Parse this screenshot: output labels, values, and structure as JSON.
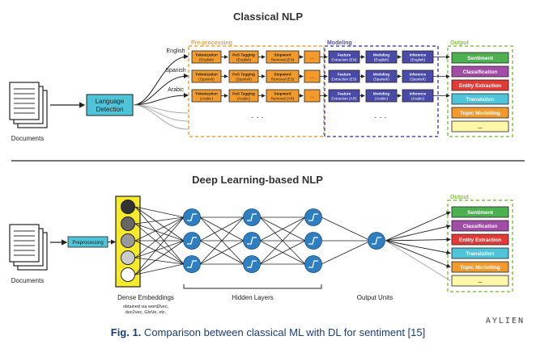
{
  "classical": {
    "title": "Classical NLP",
    "documents_label": "Documents",
    "lang_detect_label": "Language Detection",
    "languages": [
      "English",
      "Spanish",
      "Arabic"
    ],
    "preproc_title": "Pre-processing",
    "modeling_title": "Modeling",
    "output_title": "Output",
    "preproc_rows": [
      [
        {
          "a": "Tokenization",
          "b": "(English)"
        },
        {
          "a": "PoS Tagging",
          "b": "(English)"
        },
        {
          "a": "Stopword",
          "b": "Removal (EN)"
        }
      ],
      [
        {
          "a": "Tokenization",
          "b": "(Spanish)"
        },
        {
          "a": "PoS Tagging",
          "b": "(Spanish)"
        },
        {
          "a": "Stopword",
          "b": "Removal (ES)"
        }
      ],
      [
        {
          "a": "Tokenization",
          "b": "(Arabic)"
        },
        {
          "a": "PoS Tagging",
          "b": "(Arabic)"
        },
        {
          "a": "Stopword",
          "b": "Removal (AR)"
        }
      ]
    ],
    "model_rows": [
      [
        {
          "a": "Feature",
          "b": "Extraction (EN)"
        },
        {
          "a": "Modeling",
          "b": "(English)"
        },
        {
          "a": "Inference",
          "b": "(English)"
        }
      ],
      [
        {
          "a": "Feature",
          "b": "Extraction (ES)"
        },
        {
          "a": "Modeling",
          "b": "(Spanish)"
        },
        {
          "a": "Inference",
          "b": "(Spanish)"
        }
      ],
      [
        {
          "a": "Feature",
          "b": "Extraction (AR)"
        },
        {
          "a": "Modeling",
          "b": "(Arabic)"
        },
        {
          "a": "Inference",
          "b": "(Arabic)"
        }
      ]
    ],
    "ellipsis_small": "...",
    "ellipsis_big": "· · ·"
  },
  "deep": {
    "title": "Deep Learning-based NLP",
    "documents_label": "Documents",
    "preprocessing_label": "Preprocessing",
    "embeddings_label": "Dense Embeddings",
    "embeddings_note": [
      "obtained via word2vec,",
      "doc2vec, GloVe, etc."
    ],
    "hidden_label": "Hidden Layers",
    "output_units_label": "Output Units",
    "output_title": "Output"
  },
  "outputs": [
    {
      "label": "Sentiment",
      "color": "#4caf50"
    },
    {
      "label": "Classification",
      "color": "#a24ca8"
    },
    {
      "label": "Entity Extraction",
      "color": "#e53935"
    },
    {
      "label": "Translation",
      "color": "#4fc3d7"
    },
    {
      "label": "Topic Modelling",
      "color": "#f39a2c"
    },
    {
      "label": "...",
      "color": "#fff7a8"
    }
  ],
  "colors": {
    "preproc_box": "#f39a2c",
    "model_box": "#4a4aa8",
    "lang_box": "#4fc3d7",
    "preproc_dash": "#f0a040",
    "model_dash": "#5050b0",
    "output_dash": "#8bc34a",
    "neuron": "#2e7fc1",
    "embed_fill": "#f6ea2a",
    "caption": "#1a3d7a"
  },
  "caption": {
    "fig": "Fig. 1.",
    "text": " Comparison between classical ML with DL for sentiment [15]"
  },
  "logo": "AYLIEN"
}
